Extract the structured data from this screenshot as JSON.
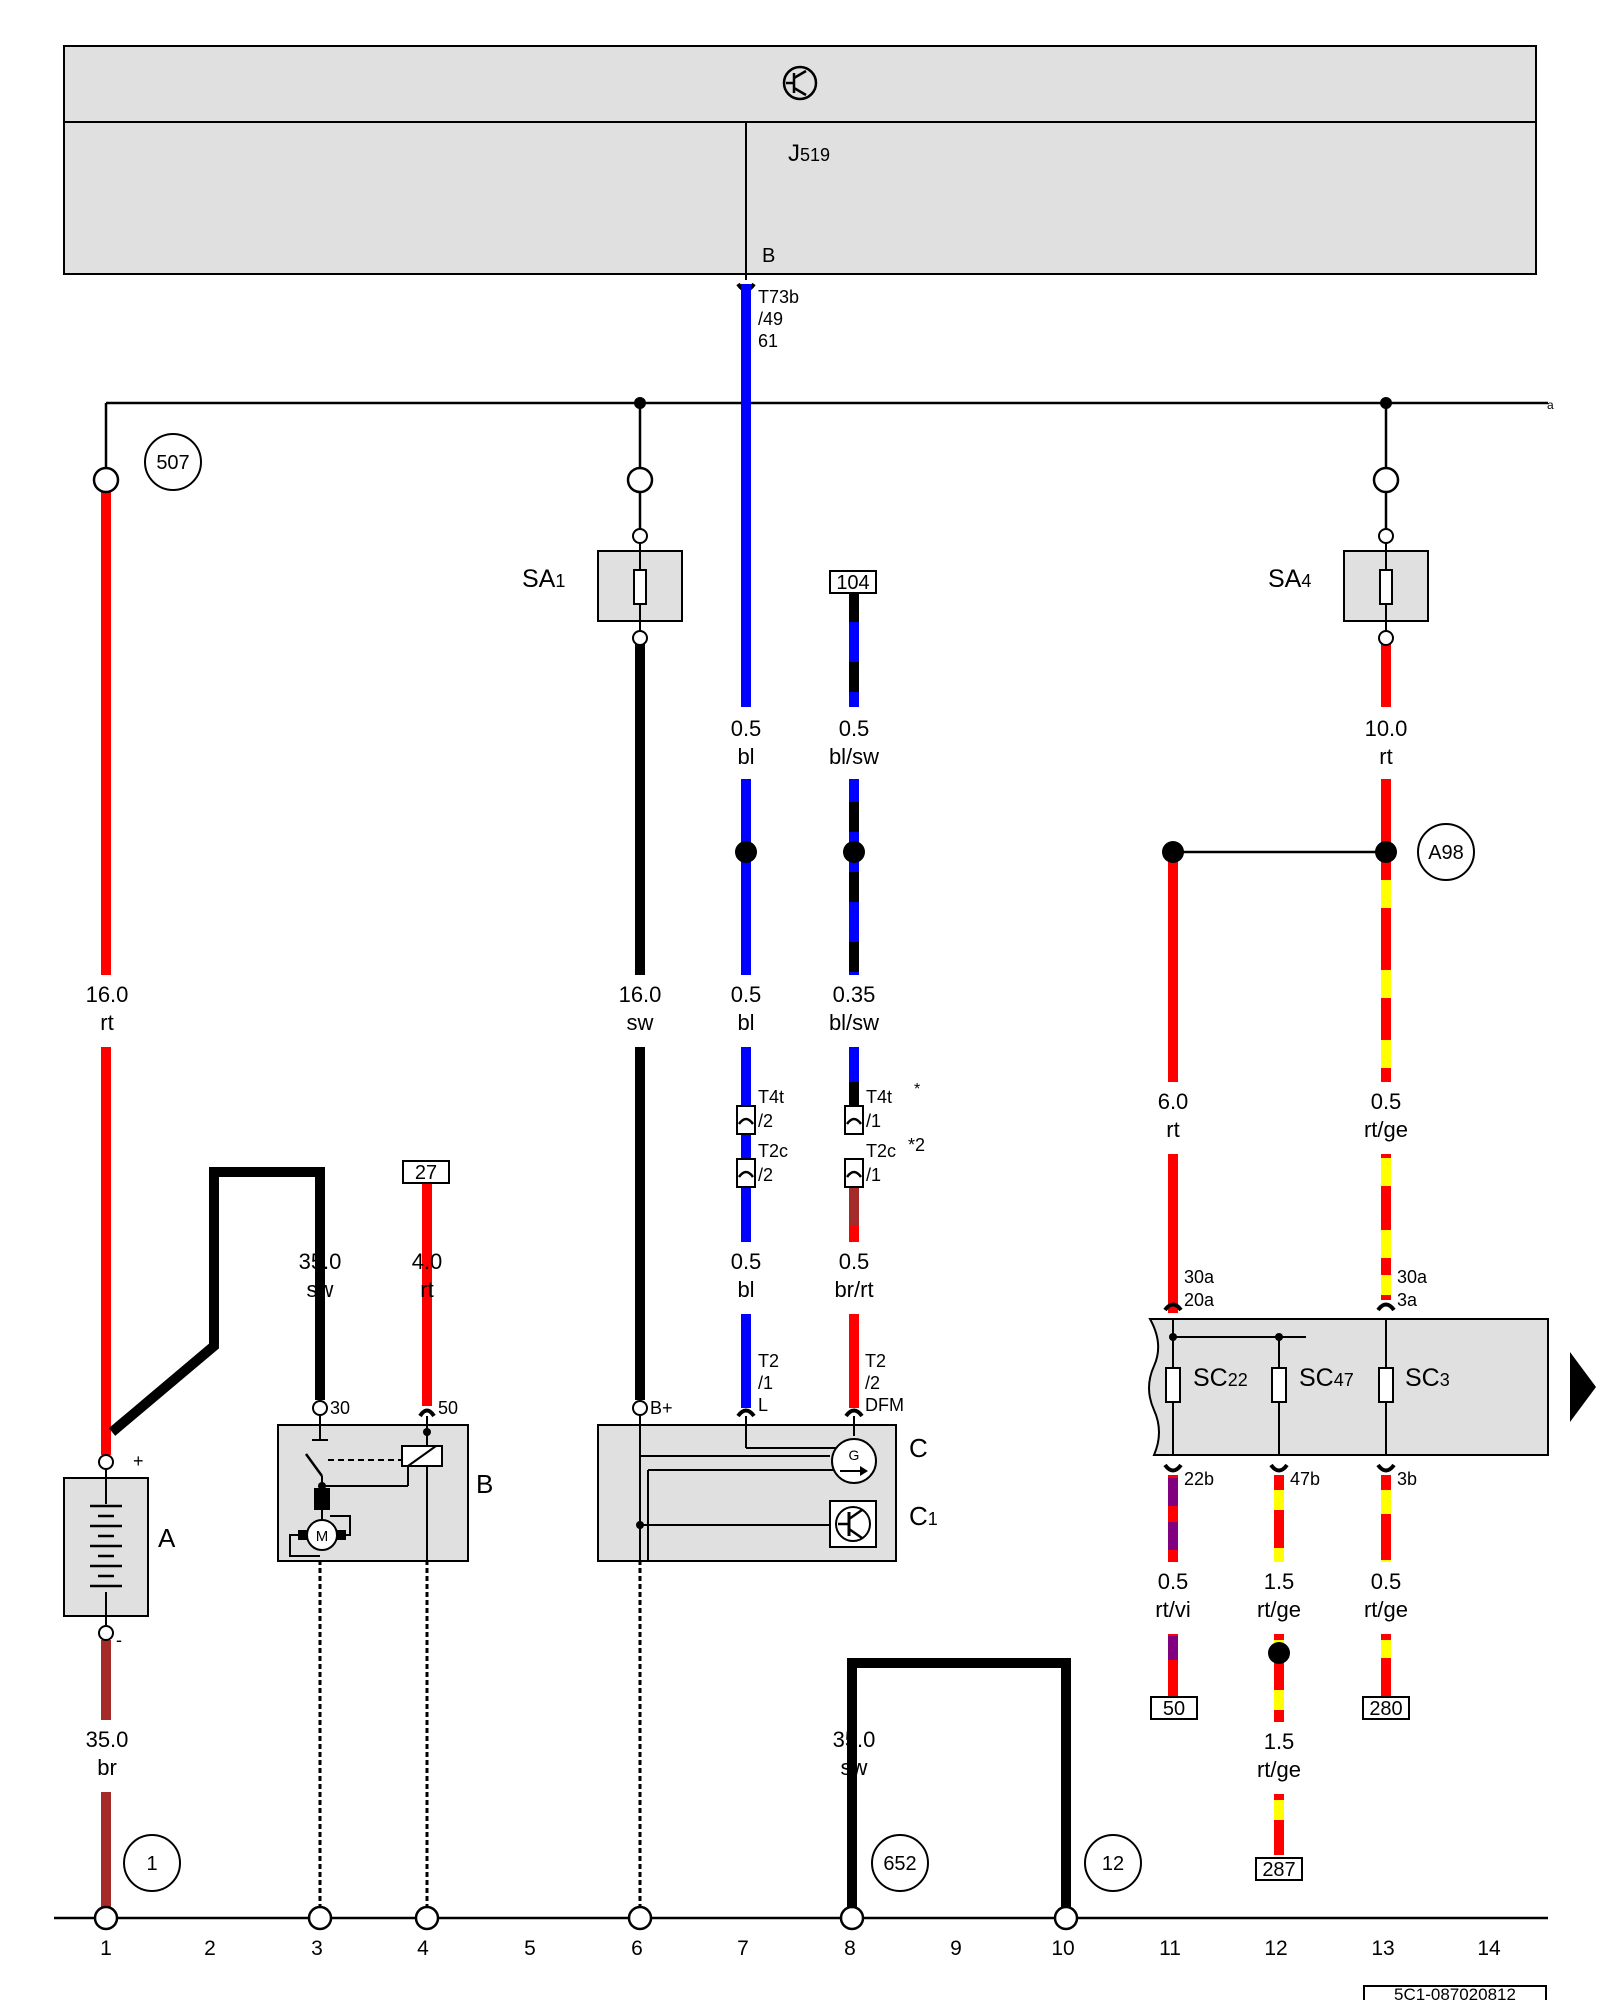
{
  "control_unit": {
    "name_main": "J",
    "name_sub": "519",
    "pin": "B"
  },
  "connector_top": [
    "T73b",
    "/49",
    "61"
  ],
  "relays": {
    "sa1_main": "SA",
    "sa1_sub": "1",
    "sa4_main": "SA",
    "sa4_sub": "4"
  },
  "refs": {
    "r507": "507",
    "r1": "1",
    "r652": "652",
    "r12": "12",
    "a98": "A98",
    "b104": "104",
    "b27": "27",
    "b50": "50",
    "b280": "280",
    "b287": "287",
    "continuation_a": "a"
  },
  "wires": {
    "w1a_size": "16.0",
    "w1a_color": "rt",
    "w1b_size": "35.0",
    "w1b_color": "br",
    "w3_size": "35.0",
    "w3_color": "sw",
    "w4_size": "4.0",
    "w4_color": "rt",
    "w6_size": "16.0",
    "w6_color": "sw",
    "w7a_size": "0.5",
    "w7a_color": "bl",
    "w7b_size": "0.5",
    "w7b_color": "bl",
    "w7c_size": "0.5",
    "w7c_color": "bl",
    "w8a_size": "0.5",
    "w8a_color": "bl/sw",
    "w8b_size": "0.35",
    "w8b_color": "bl/sw",
    "w8c_size": "0.5",
    "w8c_color": "br/rt",
    "w9_size": "35.0",
    "w9_color": "sw",
    "w11a_size": "6.0",
    "w11a_color": "rt",
    "w11b_size": "0.5",
    "w11b_color": "rt/vi",
    "w12a_size": "1.5",
    "w12a_color": "rt/ge",
    "w12b_size": "1.5",
    "w12b_color": "rt/ge",
    "w13a_size": "10.0",
    "w13a_color": "rt",
    "w13b_size": "0.5",
    "w13b_color": "rt/ge",
    "w13c_size": "0.5",
    "w13c_color": "rt/ge"
  },
  "connectors": {
    "t4t_2": [
      "T4t",
      "/2"
    ],
    "t2c_2": [
      "T2c",
      "/2"
    ],
    "t4t_1": [
      "T4t",
      "/1"
    ],
    "t2c_1": [
      "T2c",
      "/1"
    ],
    "star1": "*",
    "star2": "*2",
    "t2_1": [
      "T2",
      "/1",
      "L"
    ],
    "t2_2": [
      "T2",
      "/2",
      "DFM"
    ]
  },
  "components": {
    "battery": "A",
    "plus": "+",
    "minus": "-",
    "starter": "B",
    "starter_pin30": "30",
    "starter_pin50": "50",
    "motor": "M",
    "alternator": "C",
    "regulator_main": "C",
    "regulator_sub": "1",
    "alt_bplus": "B+",
    "gen": "G"
  },
  "fuse_box": {
    "sc22_main": "SC",
    "sc22_sub": "22",
    "sc47_main": "SC",
    "sc47_sub": "47",
    "sc3_main": "SC",
    "sc3_sub": "3",
    "in11": [
      "30a",
      "20a"
    ],
    "in13": [
      "30a",
      "3a"
    ],
    "out11": "22b",
    "out12": "47b",
    "out13": "3b"
  },
  "tracks": [
    "1",
    "2",
    "3",
    "4",
    "5",
    "6",
    "7",
    "8",
    "9",
    "10",
    "11",
    "12",
    "13",
    "14"
  ],
  "footer": {
    "code": "5C1-087020812"
  },
  "colors": {
    "rt": "#ff0000",
    "bl": "#0000ff",
    "sw": "#000000",
    "br": "#a52a2a",
    "ge": "#ffff00",
    "vi": "#800080",
    "box": "#e0e0e0"
  }
}
